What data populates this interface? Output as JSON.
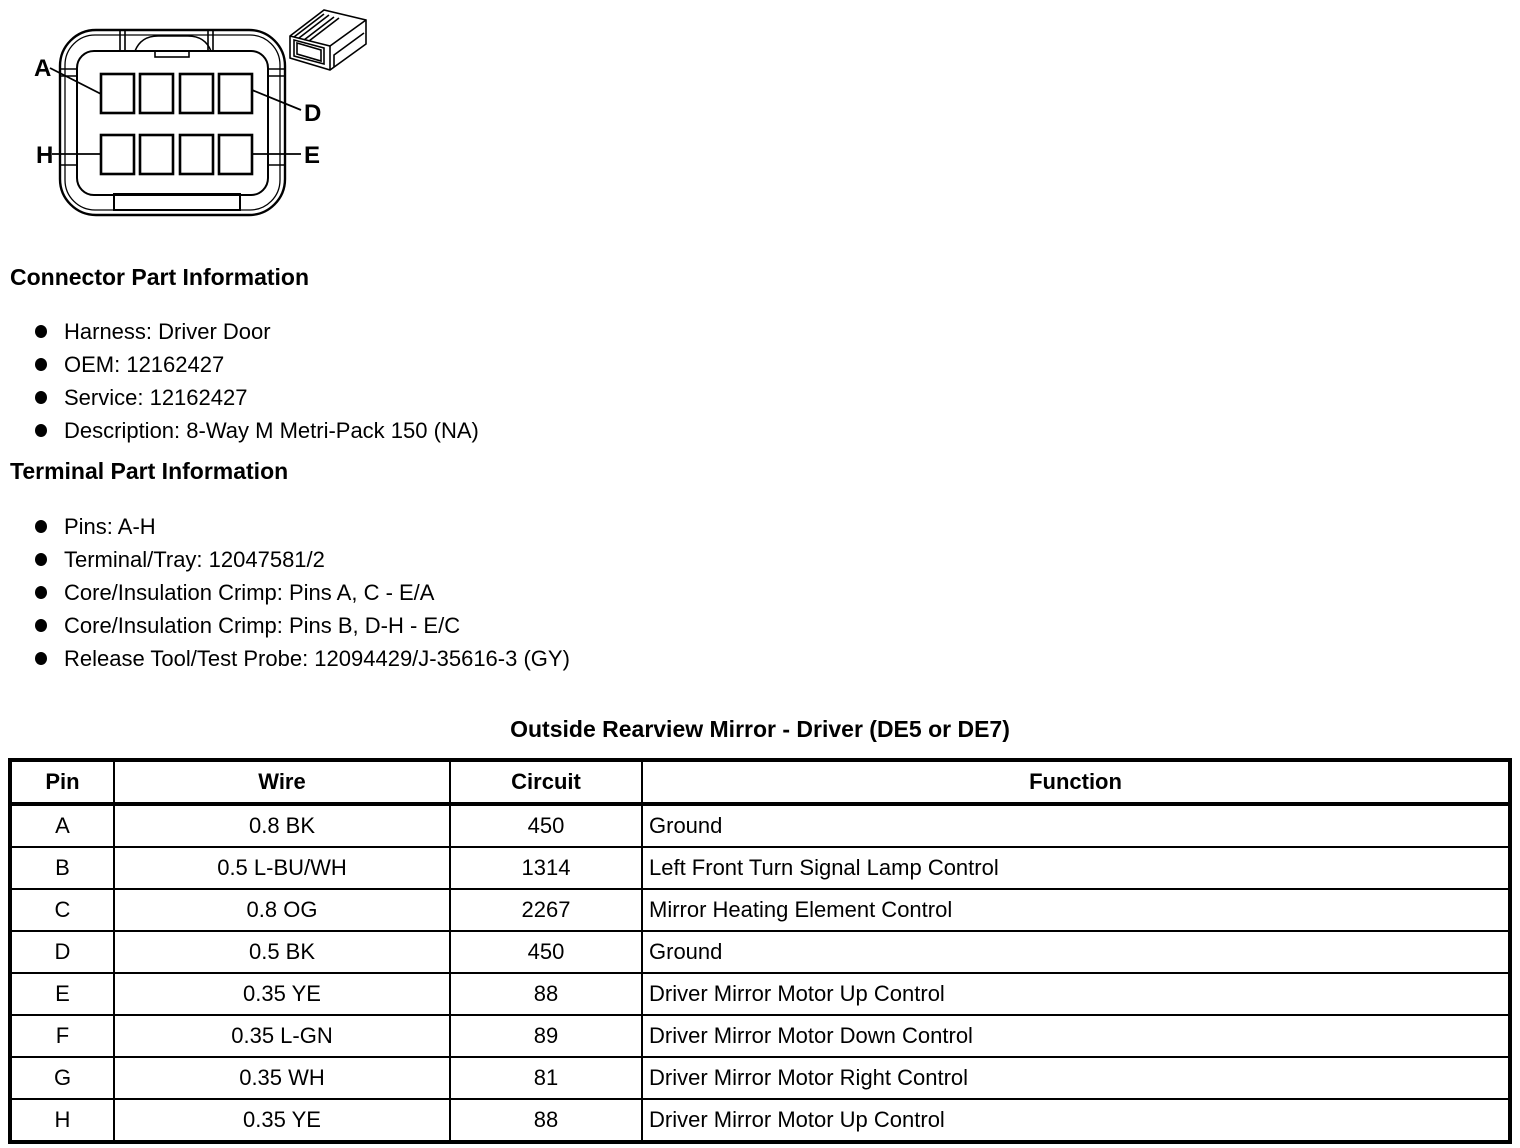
{
  "diagram": {
    "pin_labels": [
      "A",
      "D",
      "H",
      "E"
    ]
  },
  "connector_info": {
    "heading": "Connector Part Information",
    "items": [
      "Harness: Driver Door",
      "OEM: 12162427",
      "Service: 12162427",
      "Description: 8-Way M Metri-Pack 150 (NA)"
    ]
  },
  "terminal_info": {
    "heading": "Terminal Part Information",
    "items": [
      "Pins: A-H",
      "Terminal/Tray: 12047581/2",
      "Core/Insulation Crimp: Pins A, C - E/A",
      "Core/Insulation Crimp: Pins B, D-H - E/C",
      "Release Tool/Test Probe: 12094429/J-35616-3 (GY)"
    ]
  },
  "pinout_table": {
    "title": "Outside Rearview Mirror - Driver (DE5 or DE7)",
    "headers": [
      "Pin",
      "Wire",
      "Circuit",
      "Function"
    ],
    "rows": [
      [
        "A",
        "0.8 BK",
        "450",
        "Ground"
      ],
      [
        "B",
        "0.5 L-BU/WH",
        "1314",
        "Left Front Turn Signal Lamp Control"
      ],
      [
        "C",
        "0.8 OG",
        "2267",
        "Mirror Heating Element Control"
      ],
      [
        "D",
        "0.5 BK",
        "450",
        "Ground"
      ],
      [
        "E",
        "0.35 YE",
        "88",
        "Driver Mirror Motor Up Control"
      ],
      [
        "F",
        "0.35 L-GN",
        "89",
        "Driver Mirror Motor Down Control"
      ],
      [
        "G",
        "0.35 WH",
        "81",
        "Driver Mirror Motor Right Control"
      ],
      [
        "H",
        "0.35 YE",
        "88",
        "Driver Mirror Motor Up Control"
      ]
    ]
  }
}
